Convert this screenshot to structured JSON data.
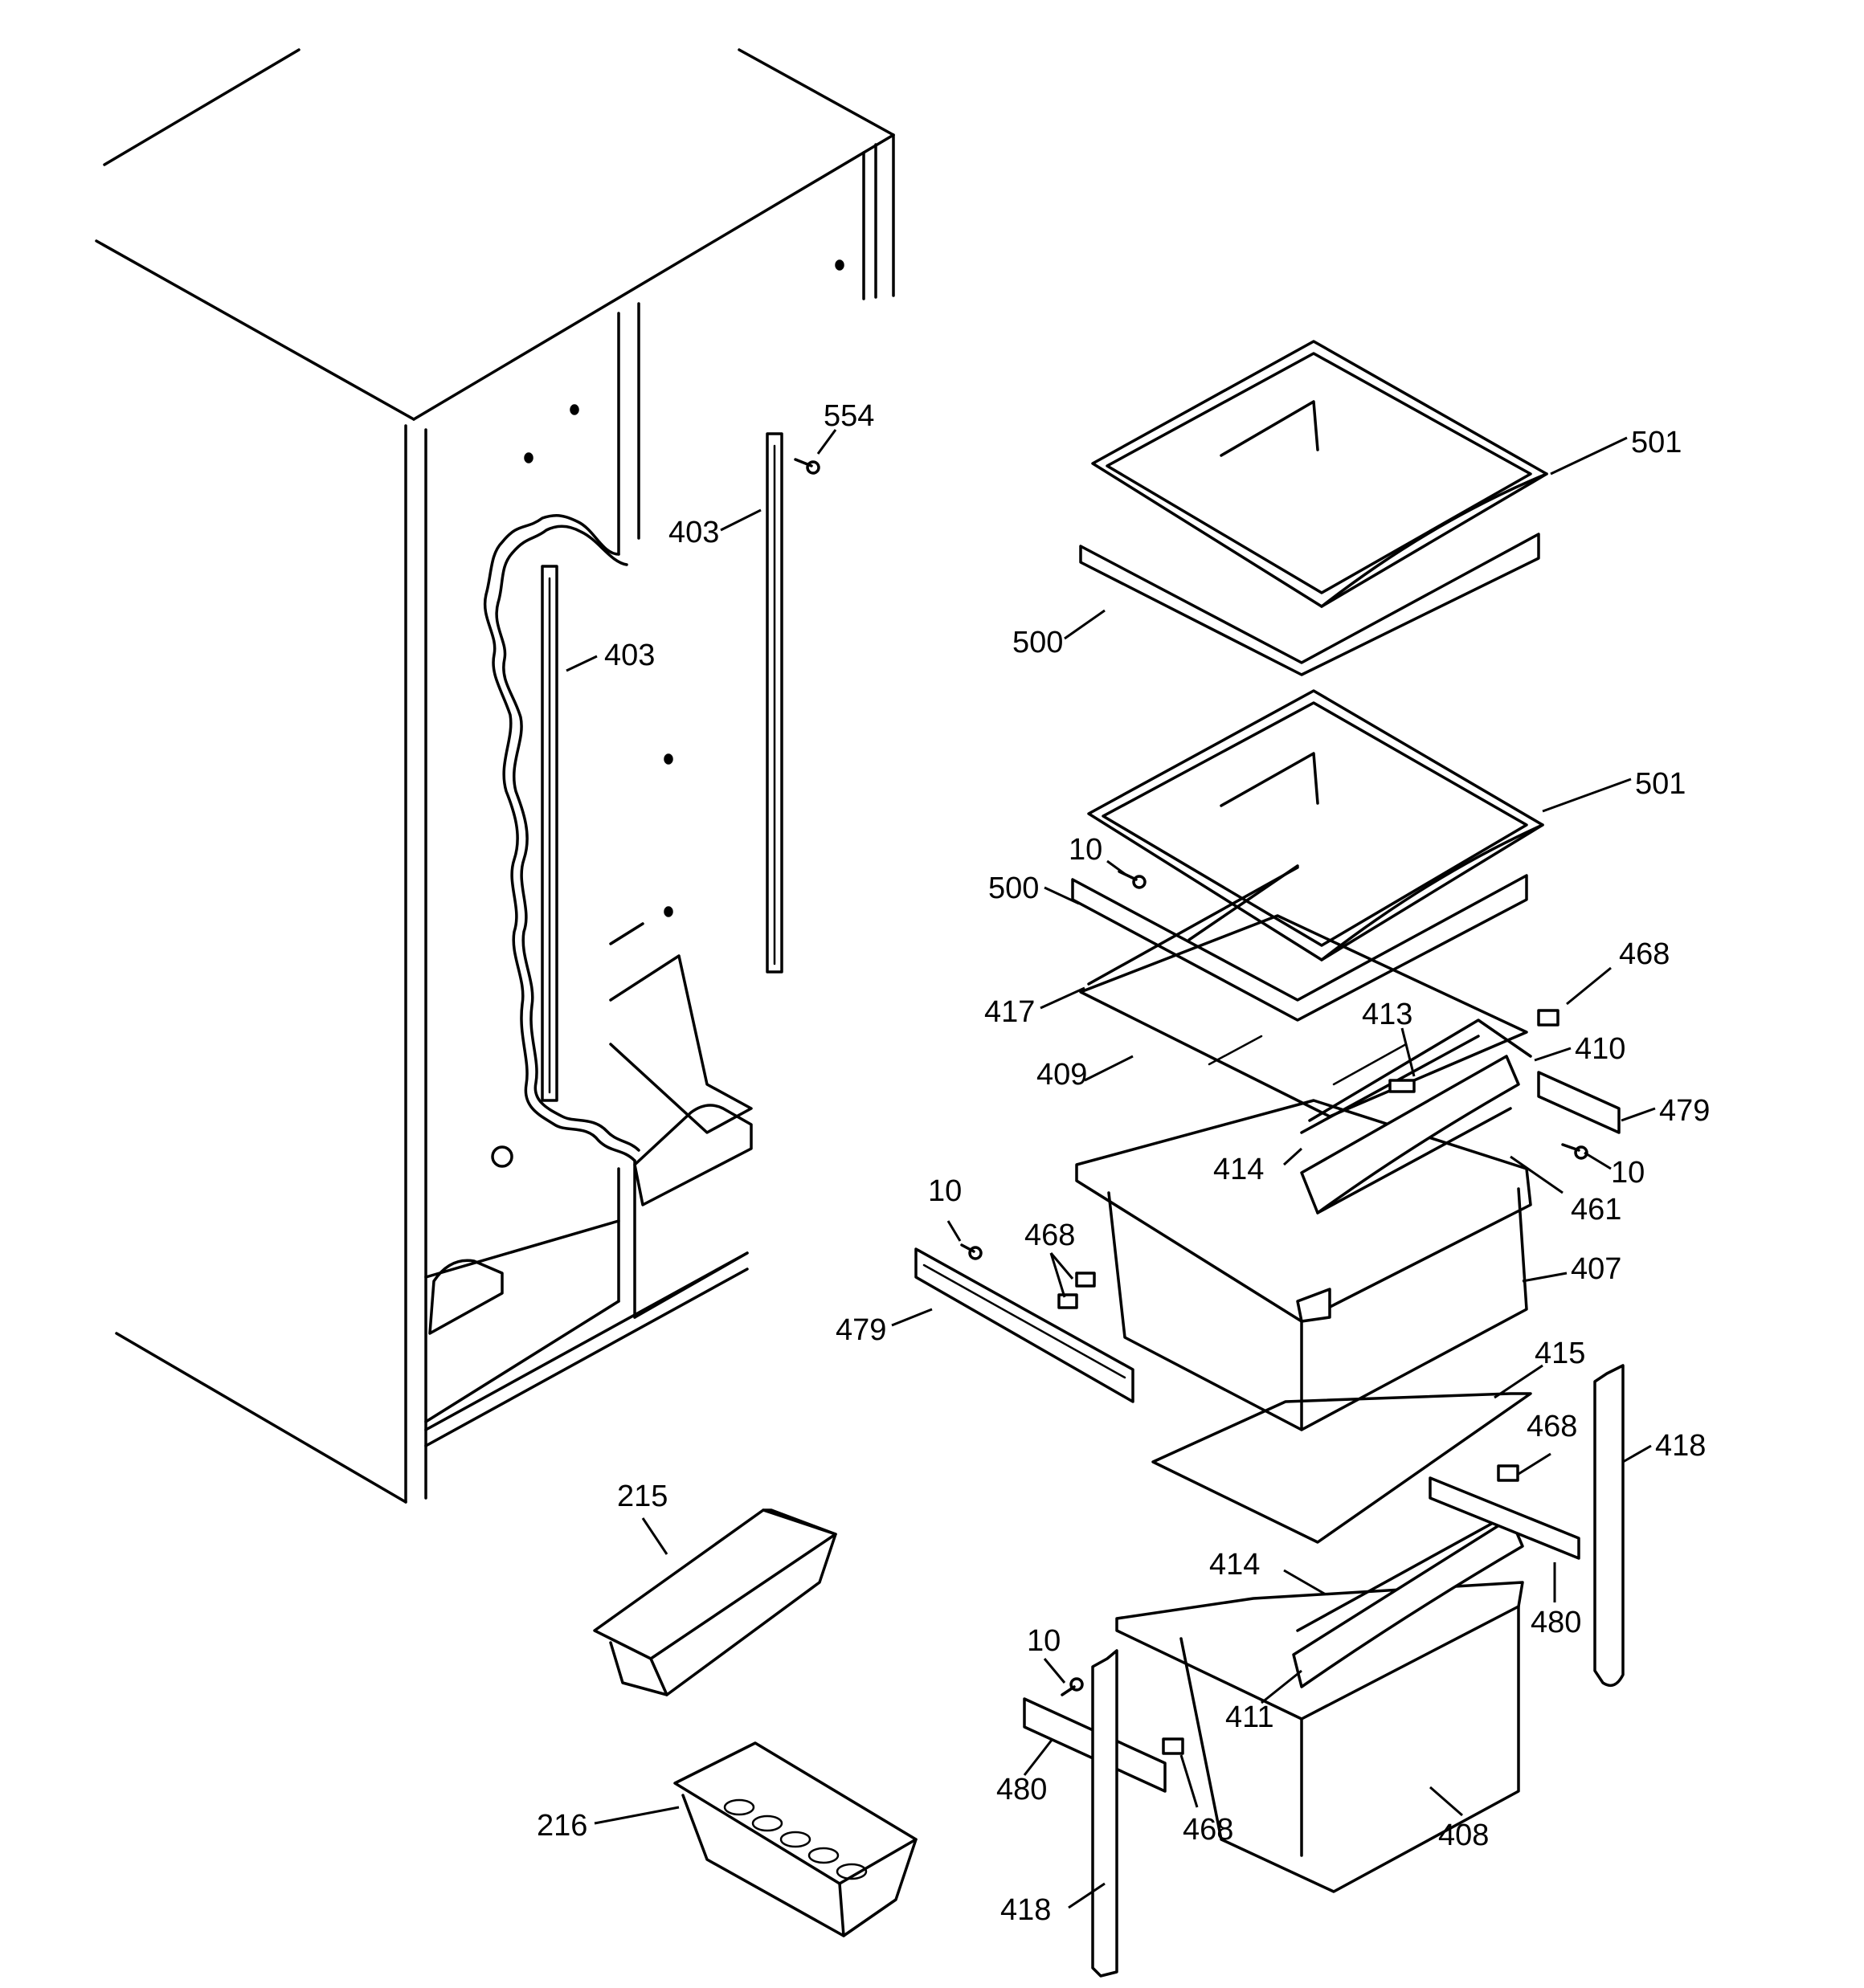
{
  "diagram": {
    "type": "exploded parts diagram",
    "callouts": [
      {
        "id": "c554",
        "text": "554"
      },
      {
        "id": "c403a",
        "text": "403"
      },
      {
        "id": "c403b",
        "text": "403"
      },
      {
        "id": "c501a",
        "text": "501"
      },
      {
        "id": "c500a",
        "text": "500"
      },
      {
        "id": "c501b",
        "text": "501"
      },
      {
        "id": "c10a",
        "text": "10"
      },
      {
        "id": "c500b",
        "text": "500"
      },
      {
        "id": "c468a",
        "text": "468"
      },
      {
        "id": "c417",
        "text": "417"
      },
      {
        "id": "c413",
        "text": "413"
      },
      {
        "id": "c410",
        "text": "410"
      },
      {
        "id": "c409",
        "text": "409"
      },
      {
        "id": "c479a",
        "text": "479"
      },
      {
        "id": "c414a",
        "text": "414"
      },
      {
        "id": "c10b",
        "text": "10"
      },
      {
        "id": "c461",
        "text": "461"
      },
      {
        "id": "c10c",
        "text": "10"
      },
      {
        "id": "c468b",
        "text": "468"
      },
      {
        "id": "c407",
        "text": "407"
      },
      {
        "id": "c479b",
        "text": "479"
      },
      {
        "id": "c415",
        "text": "415"
      },
      {
        "id": "c418a",
        "text": "418"
      },
      {
        "id": "c468c",
        "text": "468"
      },
      {
        "id": "c215",
        "text": "215"
      },
      {
        "id": "c414b",
        "text": "414"
      },
      {
        "id": "c480a",
        "text": "480"
      },
      {
        "id": "c10d",
        "text": "10"
      },
      {
        "id": "c411",
        "text": "411"
      },
      {
        "id": "c480b",
        "text": "480"
      },
      {
        "id": "c468d",
        "text": "468"
      },
      {
        "id": "c216",
        "text": "216"
      },
      {
        "id": "c408",
        "text": "408"
      },
      {
        "id": "c418b",
        "text": "418"
      }
    ]
  }
}
